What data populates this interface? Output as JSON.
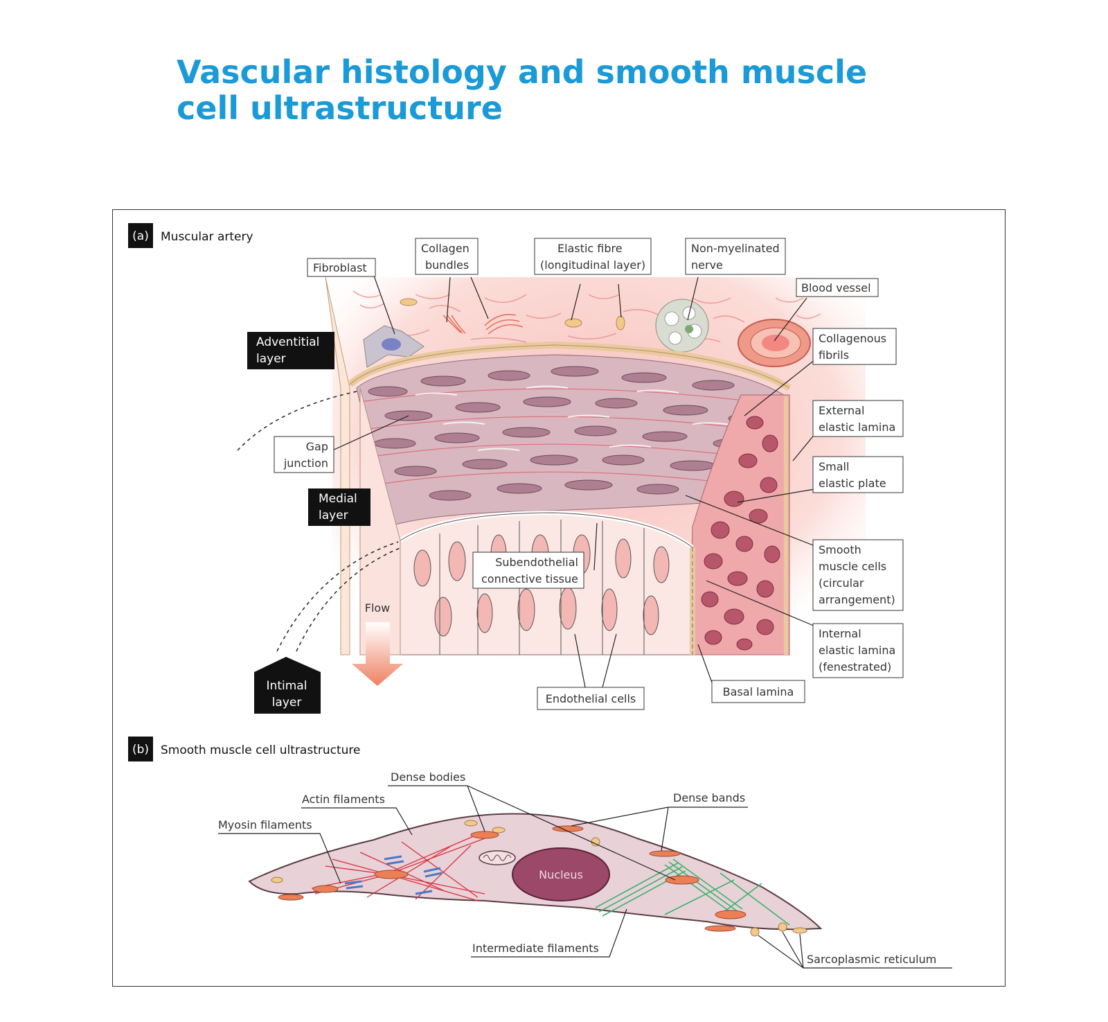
{
  "title": "Vascular histology and smooth muscle cell ultrastructure",
  "panel_a": {
    "letter": "(a)",
    "heading": "Muscular artery",
    "layers": {
      "adventitial": [
        "Adventitial",
        "layer"
      ],
      "medial": [
        "Medial",
        "layer"
      ],
      "intimal": [
        "Intimal",
        "layer"
      ]
    },
    "flow": "Flow",
    "labels": {
      "fibroblast": [
        "Fibroblast"
      ],
      "collagen_bundles": [
        "Collagen",
        "bundles"
      ],
      "elastic_fibre": [
        "Elastic fibre",
        "(longitudinal layer)"
      ],
      "nerve": [
        "Non-myelinated",
        "nerve"
      ],
      "blood_vessel": [
        "Blood vessel"
      ],
      "collagenous_fibrils": [
        "Collagenous",
        "fibrils"
      ],
      "external_elastic": [
        "External",
        "elastic lamina"
      ],
      "small_elastic": [
        "Small",
        "elastic plate"
      ],
      "smooth_muscle": [
        "Smooth",
        "muscle cells",
        "(circular",
        "arrangement)"
      ],
      "internal_elastic": [
        "Internal",
        "elastic lamina",
        "(fenestrated)"
      ],
      "gap_junction": [
        "Gap",
        "junction"
      ],
      "subendothelial": [
        "Subendothelial",
        "connective tissue"
      ],
      "endothelial": [
        "Endothelial cells"
      ],
      "basal_lamina": [
        "Basal lamina"
      ]
    }
  },
  "panel_b": {
    "letter": "(b)",
    "heading": "Smooth muscle cell ultrastructure",
    "nucleus": "Nucleus",
    "labels": {
      "dense_bodies": "Dense bodies",
      "actin": "Actin filaments",
      "myosin": "Myosin filaments",
      "dense_bands": "Dense bands",
      "intermediate": "Intermediate filaments",
      "sarcoplasmic": "Sarcoplasmic reticulum"
    }
  },
  "colors": {
    "title": "#1a9ad6",
    "tissue_pink": "#f4b8b0",
    "muscle_mauve": "#b98d9a",
    "actin_red": "#d9303a",
    "myosin_blue": "#4a78c8",
    "intermediate_green": "#37b36a"
  }
}
